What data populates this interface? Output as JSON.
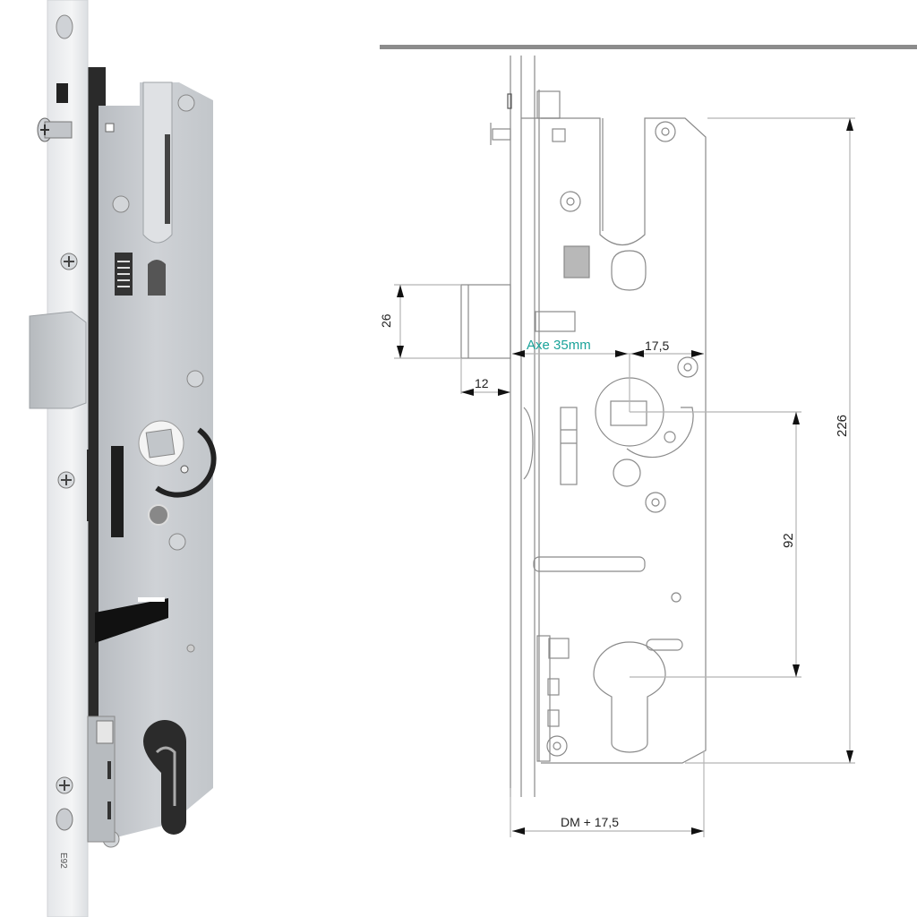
{
  "photo": {
    "subject": "multipoint mortise lock with faceplate",
    "faceplate_marking": "E92",
    "colors": {
      "faceplate": "#eef0f2",
      "case": "#c9ccd0",
      "case_shadow": "#a9adb2",
      "dark": "#1c1c1c",
      "latch": "#cfd2d6"
    }
  },
  "drawing": {
    "colors": {
      "line": "#8a8a8a",
      "dim_line": "#b5b5b5",
      "arrow": "#111111",
      "text": "#222222",
      "accent": "#1aa39a",
      "rule": "#8c8c8c"
    },
    "dimensions": {
      "latch_height": "26",
      "latch_projection": "12",
      "axe_label": "Axe 35mm",
      "spindle_to_edge": "17,5",
      "total_height": "226",
      "spindle_to_cylinder": "92",
      "backset_total": "DM + 17,5"
    }
  }
}
